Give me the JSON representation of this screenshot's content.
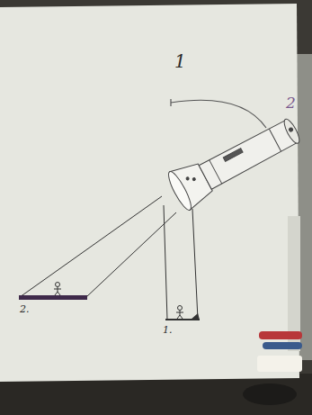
{
  "diagram": {
    "labels": [
      "1",
      "2",
      "2.",
      "1."
    ]
  }
}
